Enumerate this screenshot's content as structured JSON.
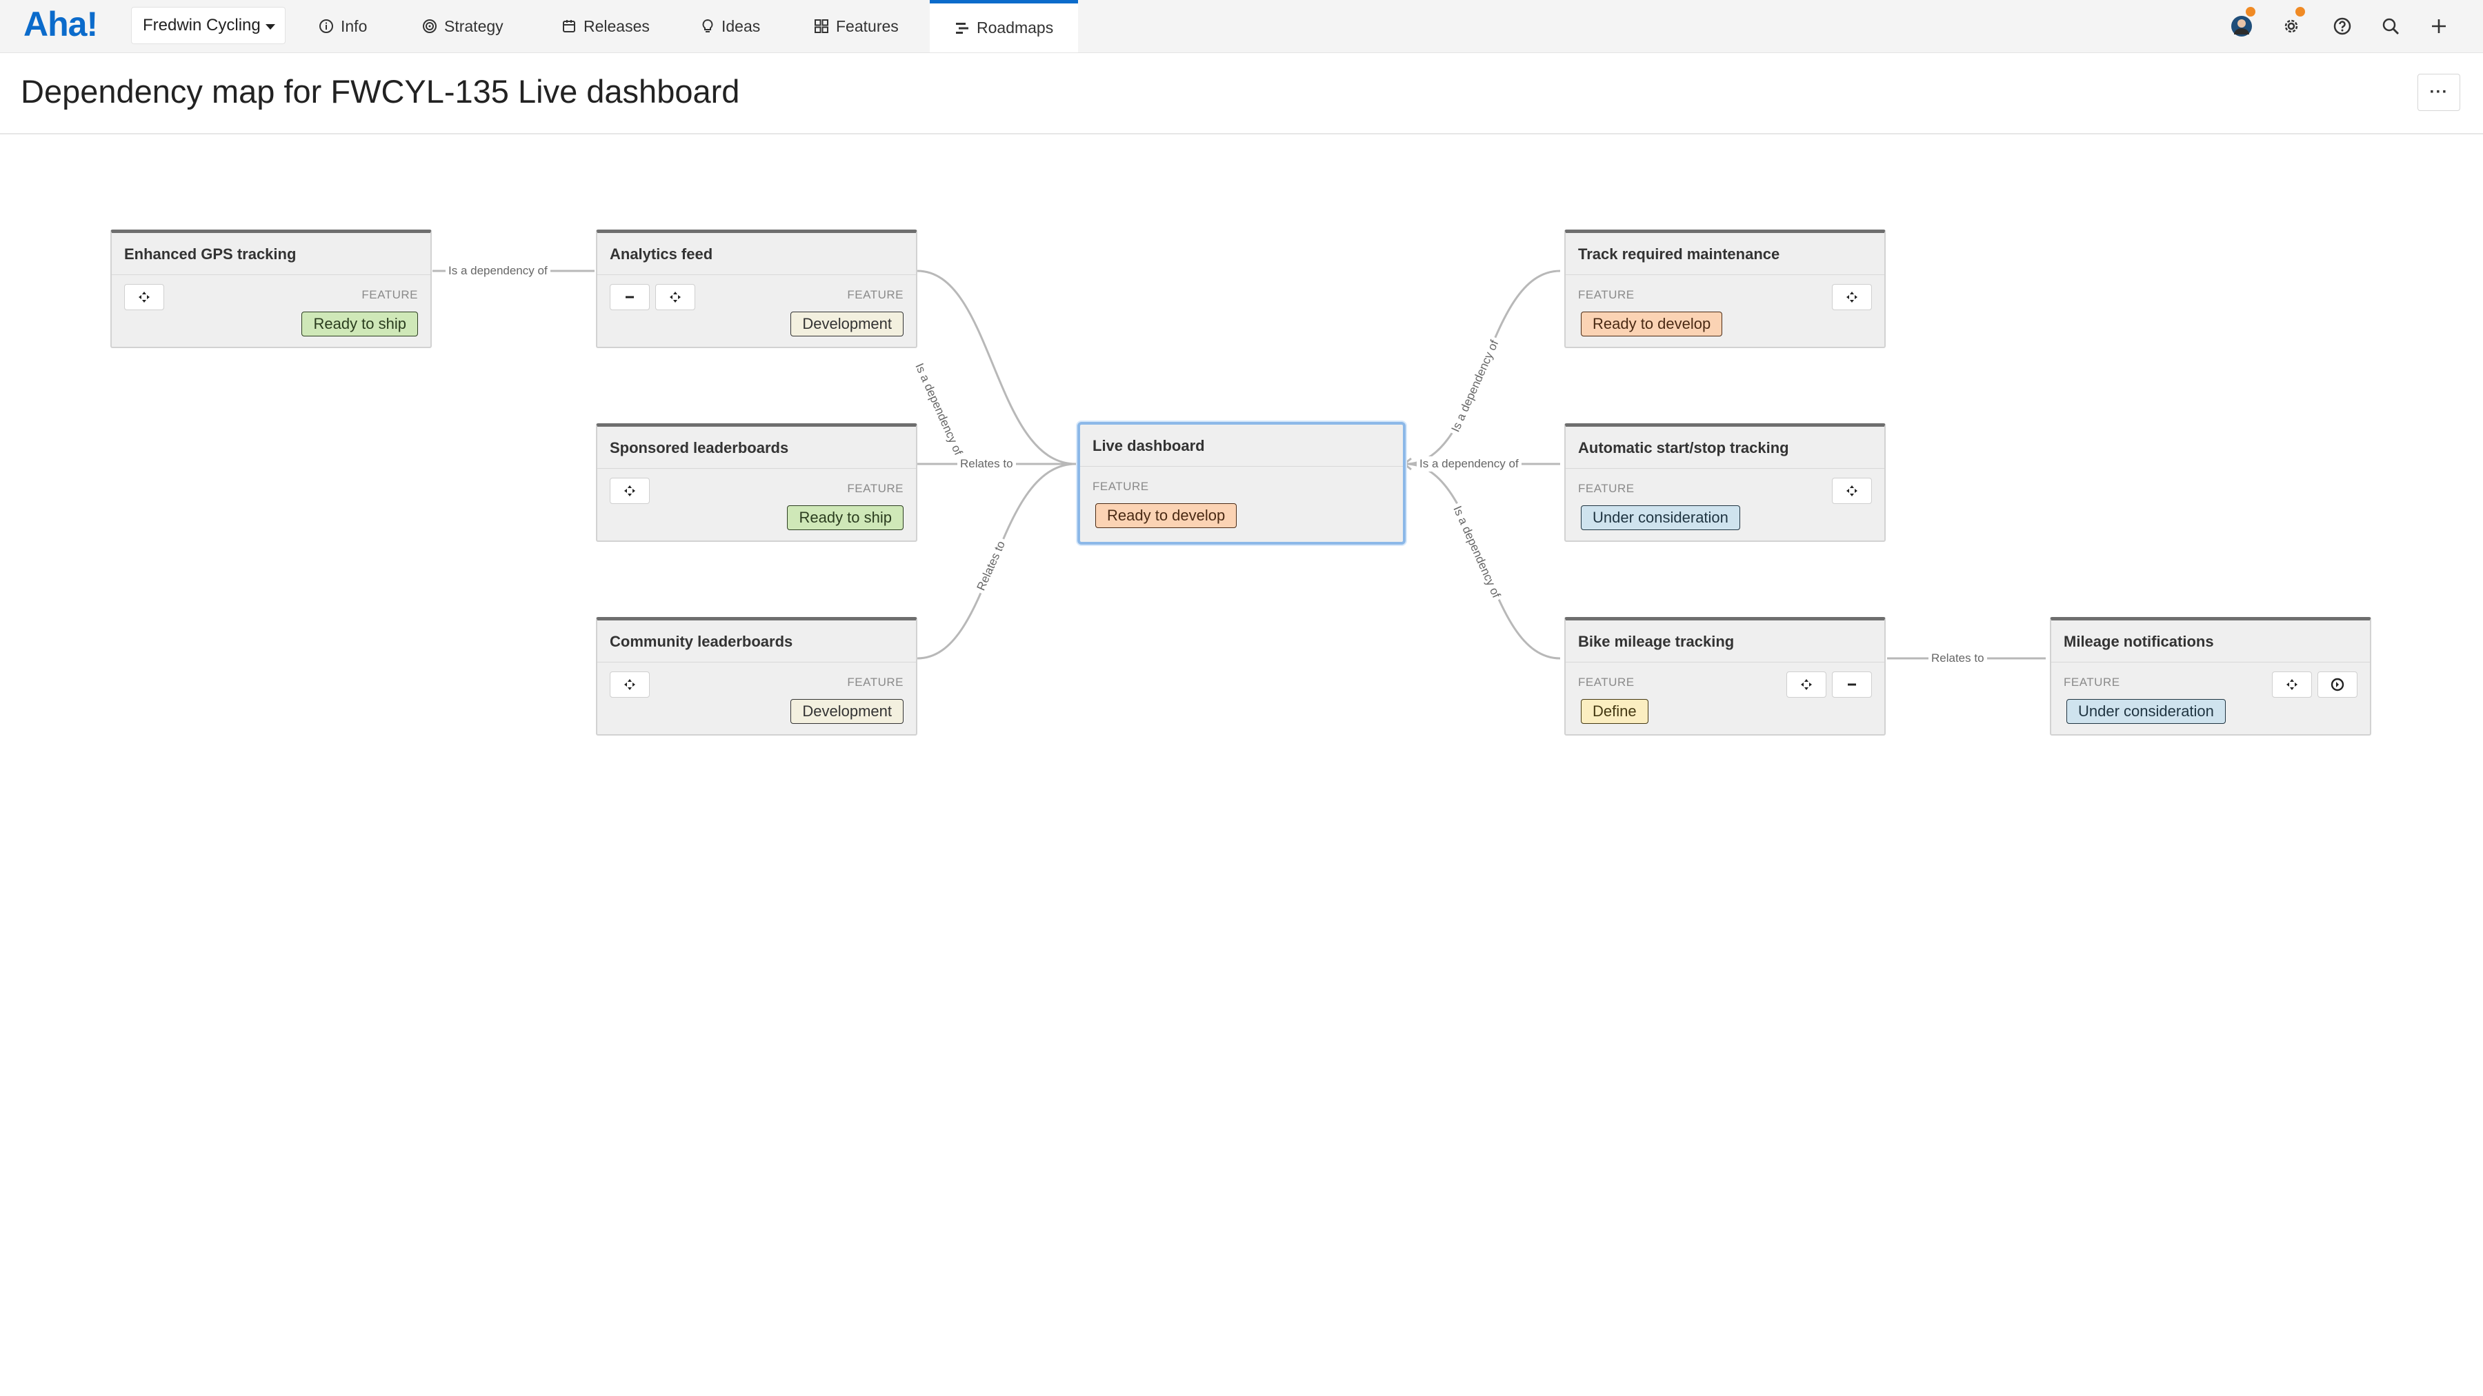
{
  "nav": {
    "logo": "Aha!",
    "workspace": "Fredwin Cycling",
    "tabs": [
      {
        "label": "Info",
        "icon": "info-icon"
      },
      {
        "label": "Strategy",
        "icon": "target-icon"
      },
      {
        "label": "Releases",
        "icon": "calendar-icon"
      },
      {
        "label": "Ideas",
        "icon": "lightbulb-icon"
      },
      {
        "label": "Features",
        "icon": "grid-icon"
      },
      {
        "label": "Roadmaps",
        "icon": "roadmap-icon",
        "active": true
      }
    ],
    "tools": [
      "avatar",
      "gear-icon",
      "help-icon",
      "search-icon",
      "plus-icon"
    ],
    "notification_color": "#f08a24"
  },
  "page": {
    "title": "Dependency map for FWCYL-135 Live dashboard",
    "more_label": "···"
  },
  "map": {
    "cards": {
      "enhanced_gps": {
        "title": "Enhanced GPS tracking",
        "type": "FEATURE",
        "status": "Ready to ship"
      },
      "analytics_feed": {
        "title": "Analytics feed",
        "type": "FEATURE",
        "status": "Development"
      },
      "sponsored": {
        "title": "Sponsored leaderboards",
        "type": "FEATURE",
        "status": "Ready to ship"
      },
      "community": {
        "title": "Community leaderboards",
        "type": "FEATURE",
        "status": "Development"
      },
      "live_dashboard": {
        "title": "Live dashboard",
        "type": "FEATURE",
        "status": "Ready to develop"
      },
      "track_maintenance": {
        "title": "Track required maintenance",
        "type": "FEATURE",
        "status": "Ready to develop"
      },
      "auto_start": {
        "title": "Automatic start/stop tracking",
        "type": "FEATURE",
        "status": "Under consideration"
      },
      "bike_mileage": {
        "title": "Bike mileage tracking",
        "type": "FEATURE",
        "status": "Define"
      },
      "mileage_notifications": {
        "title": "Mileage notifications",
        "type": "FEATURE",
        "status": "Under consideration"
      }
    },
    "edges": {
      "gps_to_analytics": "Is a dependency of",
      "analytics_to_live": "Is a dependency of",
      "sponsored_to_live": "Relates to",
      "community_to_live": "Relates to",
      "maintenance_to_live": "Is a dependency of",
      "auto_to_live": "Is a dependency of",
      "bike_to_live": "Is a dependency of",
      "bike_to_notifications": "Relates to"
    },
    "status_colors": {
      "ready_to_ship": "#cfe8b8",
      "development": "#f3f0df",
      "ready_to_develop": "#fbd3b4",
      "under_consideration": "#cfe3ee",
      "define": "#fbeec1"
    },
    "focus_border": "#8cb8e8"
  }
}
